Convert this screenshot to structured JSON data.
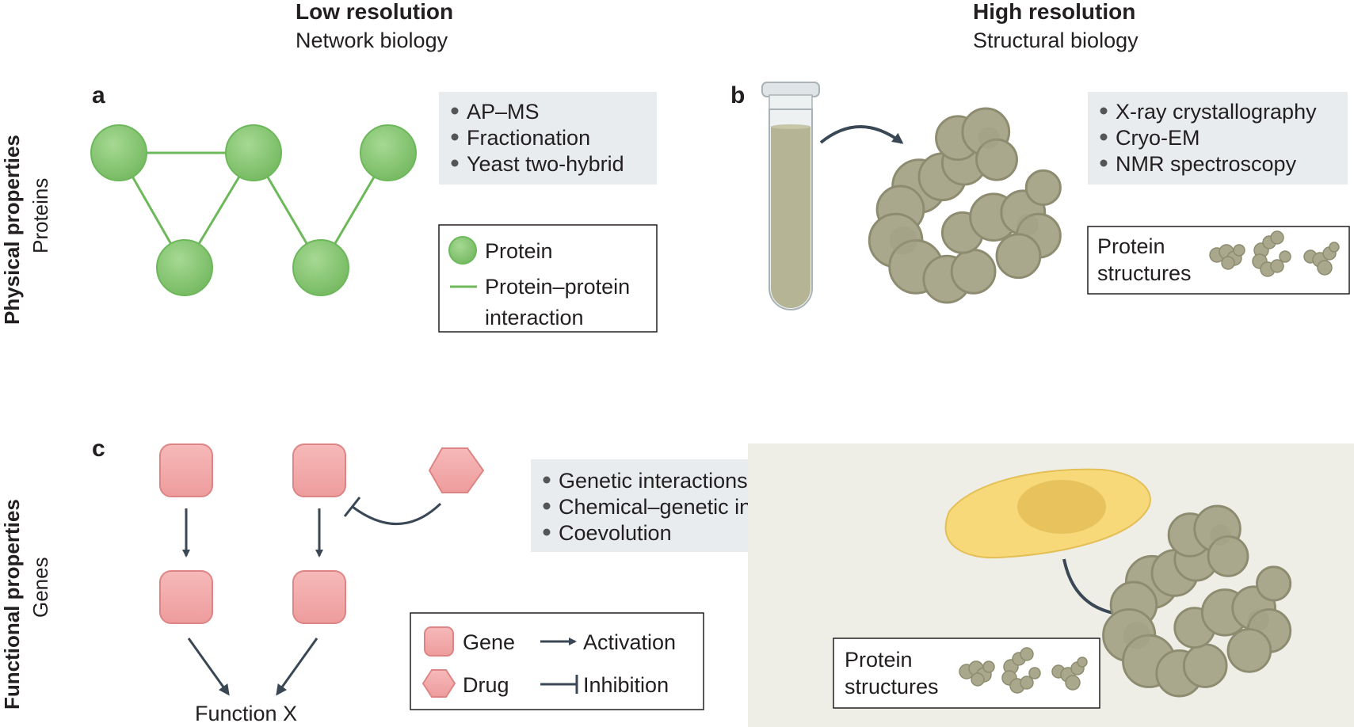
{
  "columns": {
    "low": {
      "title": "Low resolution",
      "subtitle": "Network biology"
    },
    "high": {
      "title": "High resolution",
      "subtitle": "Structural biology"
    }
  },
  "rows": {
    "physical": {
      "title": "Physical properties",
      "subtitle": "Proteins"
    },
    "functional": {
      "title": "Functional properties",
      "subtitle": "Genes"
    }
  },
  "panels": {
    "a": {
      "label": "a",
      "methods": [
        "AP–MS",
        "Fractionation",
        "Yeast two-hybrid"
      ],
      "legend": {
        "protein": "Protein",
        "ppi_line1": "Protein–protein",
        "ppi_line2": "interaction"
      }
    },
    "b": {
      "label": "b",
      "methods": [
        "X-ray crystallography",
        "Cryo-EM",
        "NMR spectroscopy"
      ],
      "legend": {
        "line1": "Protein",
        "line2": "structures"
      }
    },
    "c": {
      "label": "c",
      "methods": [
        "Genetic interactions",
        "Chemical–genetic interactions",
        "Coevolution"
      ],
      "legend": {
        "gene": "Gene",
        "drug": "Drug",
        "activation": "Activation",
        "inhibition": "Inhibition"
      },
      "function_label": "Function X"
    },
    "d": {
      "legend": {
        "line1": "Protein",
        "line2": "structures"
      }
    }
  },
  "colors": {
    "protein_green": "#8dc97a",
    "gene_pink": "#f2a7a7",
    "structure_olive": "#a9a88c",
    "method_box": "#e8ecef",
    "cell_panel_bg": "#efeee6",
    "cell_yellow": "#f7d97a",
    "arrow": "#3a4856"
  }
}
